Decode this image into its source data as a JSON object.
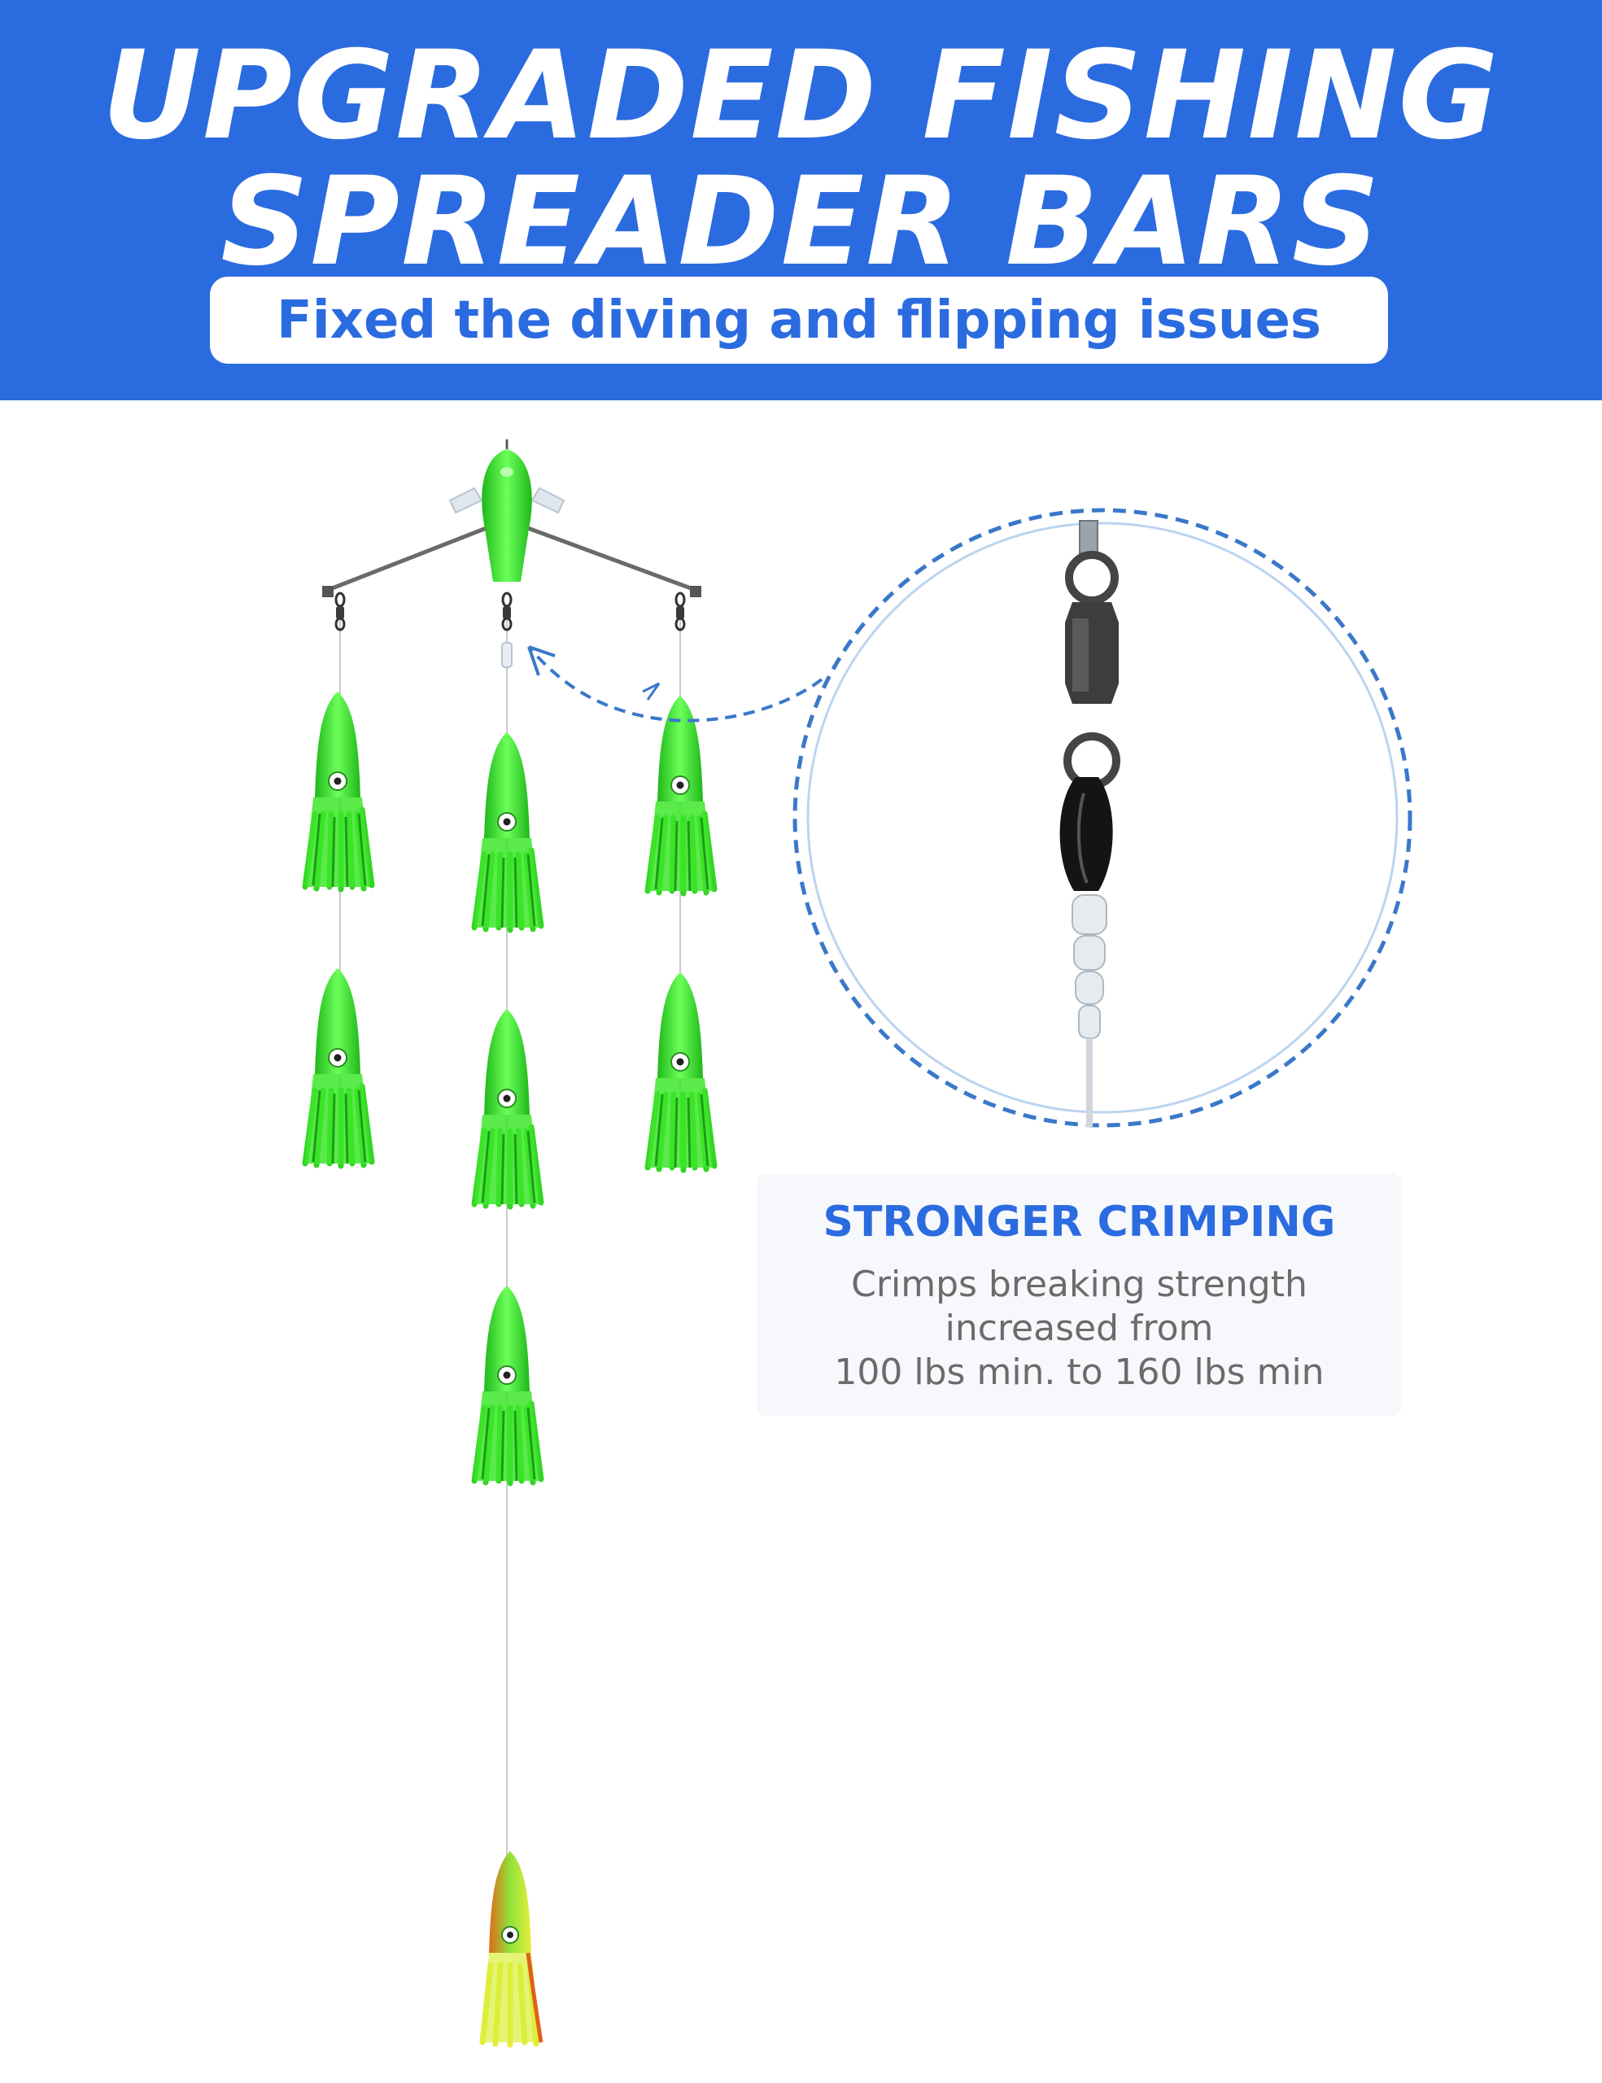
{
  "header": {
    "title_line_1": "UPGRADED FISHING",
    "title_line_2": "SPREADER BARS",
    "subtitle": "Fixed the diving and flipping issues"
  },
  "feature": {
    "heading": "STRONGER CRIMPING",
    "body_lines": [
      "Crimps breaking strength",
      "increased from",
      "100 lbs min. to 160 lbs min"
    ]
  },
  "colors": {
    "brand_blue": "#2b6be0",
    "lure_green": "#3de62a",
    "tail_yellow": "#e8ec3a",
    "callout_dash": "#3a78c9"
  },
  "icons": [
    "spreader-bar-illustration",
    "squid-lure-icon",
    "swivel-crimp-closeup"
  ]
}
